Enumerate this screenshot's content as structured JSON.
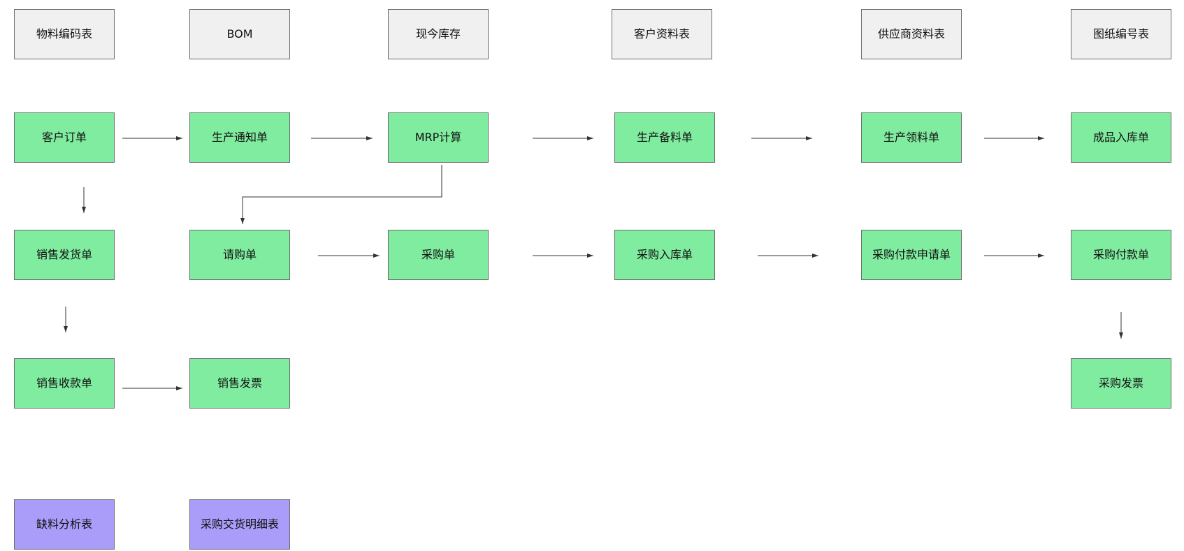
{
  "colors": {
    "master_fill": "#f0f0f0",
    "flow_fill": "#80ec9f",
    "report_fill": "#a99df9",
    "border": "#6b6b6b",
    "line": "#333333"
  },
  "master_data": {
    "material_codes": "物料编码表",
    "bom": "BOM",
    "current_stock": "现今库存",
    "customer_info": "客户资料表",
    "supplier_info": "供应商资料表",
    "drawing_numbers": "图纸编号表"
  },
  "production_flow": {
    "customer_order": "客户订单",
    "production_notice": "生产通知单",
    "mrp_calc": "MRP计算",
    "production_prep": "生产备料单",
    "production_pick": "生产领料单",
    "finished_goods_receipt": "成品入库单"
  },
  "purchase_flow": {
    "sales_delivery": "销售发货单",
    "purchase_request": "请购单",
    "purchase_order": "采购单",
    "purchase_receipt": "采购入库单",
    "purchase_payment_request": "采购付款申请单",
    "purchase_payment": "采购付款单"
  },
  "invoice_flow": {
    "sales_receipt": "销售收款单",
    "sales_invoice": "销售发票",
    "purchase_invoice": "采购发票"
  },
  "reports": {
    "shortage_analysis": "缺料分析表",
    "purchase_delivery_detail": "采购交货明细表"
  }
}
